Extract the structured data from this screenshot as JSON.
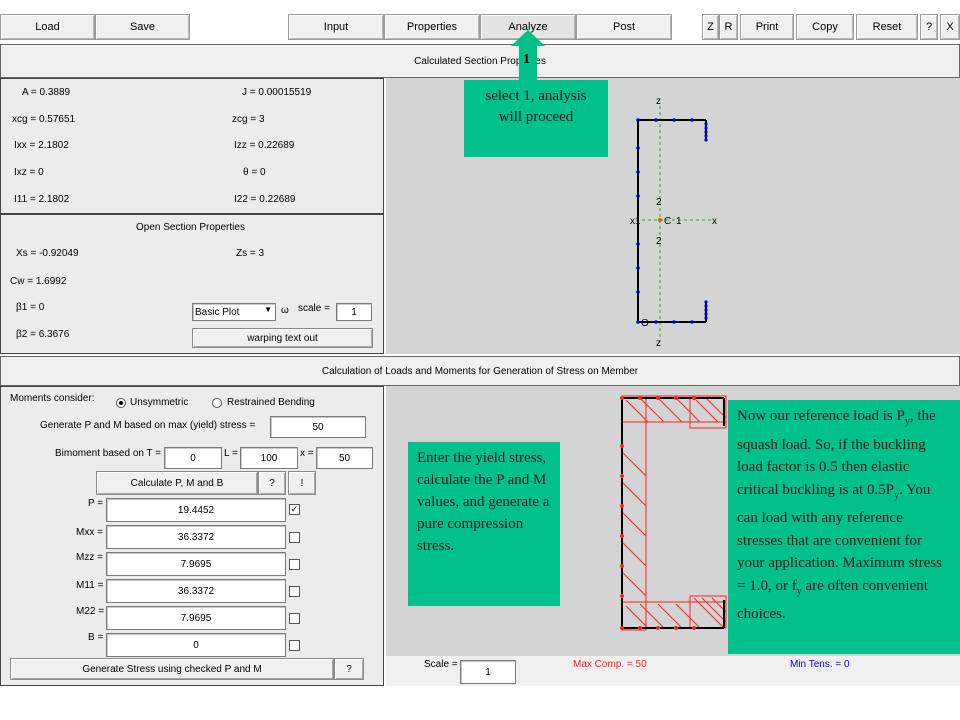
{
  "toolbar": {
    "load": "Load",
    "save": "Save",
    "input": "Input",
    "properties": "Properties",
    "analyze": "Analyze",
    "post": "Post",
    "z": "Z",
    "r": "R",
    "print": "Print",
    "copy": "Copy",
    "reset": "Reset",
    "help": "?",
    "close": "X"
  },
  "section_props": {
    "header": "Calculated Section Properties",
    "A": "A = 0.3889",
    "J": "J = 0.00015519",
    "xcg": "xcg = 0.57651",
    "zcg": "zcg = 3",
    "Ixx": "Ixx = 2.1802",
    "Izz": "Izz = 0.22689",
    "Ixz": "Ixz = 0",
    "theta": "θ = 0",
    "I11": "I11 = 2.1802",
    "I22": "I22 = 0.22689"
  },
  "open_section": {
    "header": "Open Section Properties",
    "Xs": "Xs = -0.92049",
    "Zs": "Zs = 3",
    "Cw": "Cw = 1.6992",
    "beta1": "β1 = 0",
    "beta2": "β2 = 6.3676",
    "plot_select": "Basic Plot",
    "omega": "ω",
    "scale_label": "scale =",
    "scale_value": "1",
    "warping_button": "warping text out"
  },
  "section_plot": {
    "z_top": "z",
    "z_bottom": "z",
    "x_left": "x1",
    "x_right": "x",
    "c_label": "C",
    "one_label": "1",
    "two_top": "2",
    "two_bottom": "2",
    "origin": "O"
  },
  "loads": {
    "header": "Calculation of Loads and Moments for Generation of Stress on Member",
    "moments_consider": "Moments consider:",
    "unsymmetric": "Unsymmetric",
    "restrained": "Restrained Bending",
    "generate_label": "Generate P and M based on max (yield) stress =",
    "yield_value": "50",
    "bimoment_label": "Bimoment based on T =",
    "T_value": "0",
    "L_label": "L =",
    "L_value": "100",
    "x_label": "x =",
    "x_value": "50",
    "calc_button": "Calculate P, M and B",
    "q_button": "?",
    "excl_button": "!",
    "rows": [
      {
        "label": "P =",
        "value": "19.4452",
        "checked": true
      },
      {
        "label": "Mxx =",
        "value": "36.3372",
        "checked": false
      },
      {
        "label": "Mzz =",
        "value": "7.9695",
        "checked": false
      },
      {
        "label": "M11 =",
        "value": "36.3372",
        "checked": false
      },
      {
        "label": "M22 =",
        "value": "7.9695",
        "checked": false
      },
      {
        "label": "B =",
        "value": "0",
        "checked": false
      }
    ],
    "generate_stress_button": "Generate Stress using checked P and M",
    "help_button": "?"
  },
  "stress_plot": {
    "scale_label": "Scale =",
    "scale_value": "1",
    "max_comp": "Max Comp. = 50",
    "min_tens": "Min Tens. = 0"
  },
  "callouts": {
    "step": "1",
    "select": "select 1, analysis will proceed",
    "yield": "Enter the yield stress, calculate the P and M values, and generate a pure compression stress.",
    "ref_a": "Now our reference load is P",
    "ref_a_sub": "y",
    "ref_b": ", the squash load. So, if the buckling load factor is 0.5 then elastic critical buckling is at 0.5P",
    "ref_b_sub": "y",
    "ref_c": ". You can load with any reference stresses that are convenient for your application. Maximum stress = 1.0, or f",
    "ref_c_sub": "y",
    "ref_d": " are often convenient choices."
  },
  "colors": {
    "callout_green": "#00c08b",
    "graph_bg": "#d4d4d4",
    "panel_bg": "#ececec",
    "node_blue": "#0000dd",
    "stress_red": "#ff2020",
    "axis_green": "#22aa22"
  }
}
